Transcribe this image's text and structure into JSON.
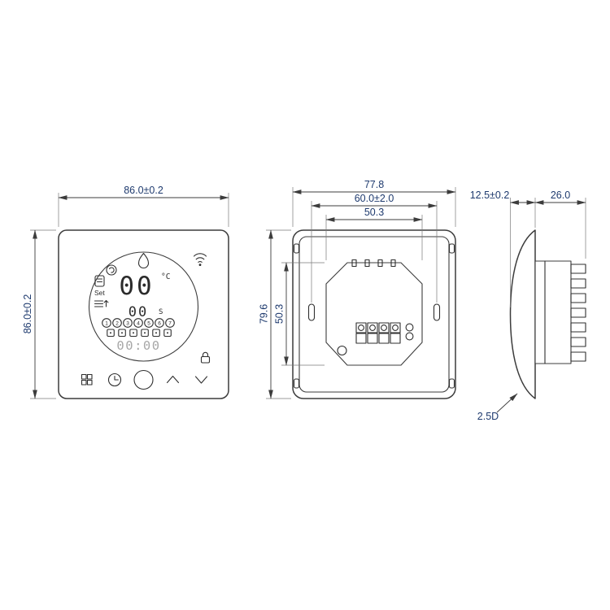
{
  "colors": {
    "line": "#3c3c3c",
    "dimension_text": "#1e3a6e",
    "display_text": "#2b2b2b",
    "display_dim_text": "#a8a8a8",
    "background": "#ffffff"
  },
  "front_view": {
    "width_dim": "86.0±0.2",
    "height_dim": "86.0±0.2",
    "display": {
      "temp_value": "00",
      "temp_unit": "°C",
      "set_value": "00",
      "set_unit": "S",
      "set_label": "Set",
      "time_value": "00:00",
      "week_days": [
        "1",
        "2",
        "3",
        "4",
        "5",
        "6",
        "7"
      ]
    }
  },
  "back_view": {
    "overall_width_dim": "77.8",
    "mounting_spacing_dim": "60.0±2.0",
    "plate_width_dim": "50.3",
    "overall_height_dim": "79.6",
    "plate_height_dim": "50.3"
  },
  "side_view": {
    "panel_depth_dim": "12.5±0.2",
    "body_depth_dim": "26.0",
    "edge_radius_dim": "2.5D"
  }
}
